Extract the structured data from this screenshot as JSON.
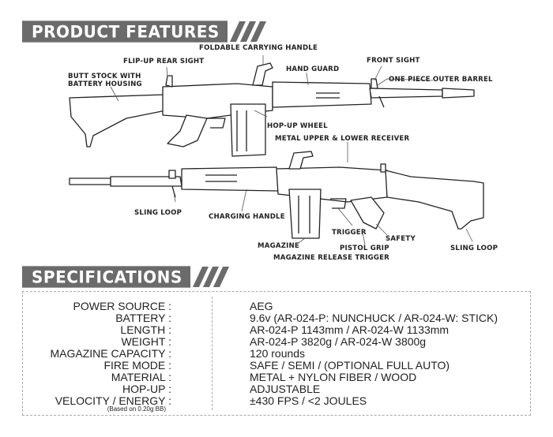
{
  "features": {
    "title": "PRODUCT FEATURES",
    "callouts": {
      "foldable_handle": "FOLDABLE CARRYING HANDLE",
      "flip_up_sight": "FLIP-UP REAR SIGHT",
      "butt_stock": "BUTT STOCK WITH BATTERY HOUSING",
      "hand_guard": "HAND GUARD",
      "front_sight": "FRONT SIGHT",
      "outer_barrel": "ONE PIECE OUTER BARREL",
      "hop_up_wheel": "HOP-UP WHEEL",
      "receiver": "METAL UPPER & LOWER RECEIVER",
      "sling_loop_left": "SLING LOOP",
      "charging_handle": "CHARGING HANDLE",
      "trigger": "TRIGGER",
      "safety": "SAFETY",
      "pistol_grip": "PISTOL GRIP",
      "magazine": "MAGAZINE",
      "mag_release": "MAGAZINE RELEASE TRIGGER",
      "sling_loop_right": "SLING LOOP"
    }
  },
  "specs": {
    "title": "SPECIFICATIONS",
    "rows": [
      {
        "label": "POWER SOURCE :",
        "value": "AEG"
      },
      {
        "label": "BATTERY :",
        "value": "9.6v (AR-024-P: NUNCHUCK / AR-024-W: STICK)"
      },
      {
        "label": "LENGTH :",
        "value": "AR-024-P 1143mm / AR-024-W 1133mm"
      },
      {
        "label": "WEIGHT :",
        "value": "AR-024-P 3820g / AR-024-W 3800g"
      },
      {
        "label": "MAGAZINE CAPACITY :",
        "value": "120 rounds"
      },
      {
        "label": "FIRE MODE :",
        "value": "SAFE / SEMI / (OPTIONAL FULL AUTO)"
      },
      {
        "label": "MATERIAL :",
        "value": "METAL + NYLON FIBER / WOOD"
      },
      {
        "label": "HOP-UP :",
        "value": "ADJUSTABLE"
      },
      {
        "label": "VELOCITY / ENERGY :",
        "value": "±430 FPS / <2 JOULES"
      }
    ],
    "velocity_note": "(Based on 0.20g BB)"
  }
}
